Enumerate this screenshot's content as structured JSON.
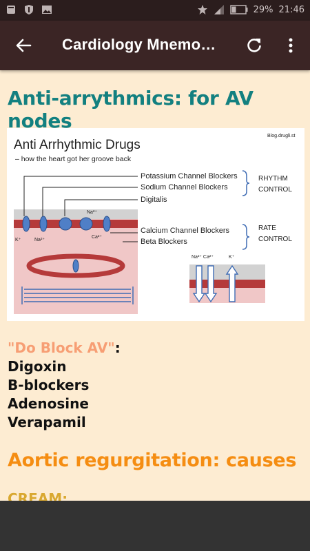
{
  "status_bar": {
    "battery": "29%",
    "time": "21:46",
    "icons": [
      "notification-icon",
      "shield-icon",
      "image-icon",
      "star-icon",
      "signal-icon",
      "battery-icon"
    ]
  },
  "app_bar": {
    "title": "Cardiology Mnemo…",
    "icons": [
      "back-arrow-icon",
      "refresh-icon",
      "more-vert-icon"
    ]
  },
  "section1": {
    "heading": "Anti-arrythmics: for AV nodes",
    "figure": {
      "title": "Anti Arrhythmic Drugs",
      "subtitle": "– how the heart got her groove back",
      "watermark": "Blog.drugli.st",
      "labels": {
        "potassium": "Potassium Channel Blockers",
        "sodium": "Sodium Channel Blockers",
        "digitalis": "Digitalis",
        "calcium": "Calcium Channel Blockers",
        "beta": "Beta Blockers",
        "rhythm1": "RHYTHM",
        "rhythm2": "CONTROL",
        "rate1": "RATE",
        "rate2": "CONTROL"
      },
      "ions": {
        "k": "K⁺",
        "na": "Na²⁺",
        "ca": "Ca²⁺",
        "na_top": "Na²⁺",
        "na_ca_k": "Na²⁺ Ca²⁺",
        "k_right": "K⁺"
      }
    },
    "mnemonic_quote": "\"Do Block AV\"",
    "mnemonic_colon": ":",
    "items": [
      "Digoxin",
      "B-blockers",
      "Adenosine",
      "Verapamil"
    ]
  },
  "section2": {
    "heading": "Aortic regurgitation: causes",
    "sub": "CREAM:"
  },
  "colors": {
    "status_bar": "#2b1d1d",
    "app_bar": "#3b2525",
    "background": "#fdecd2",
    "teal": "#138080",
    "orange": "#f58d12",
    "quote": "#f79e74"
  }
}
